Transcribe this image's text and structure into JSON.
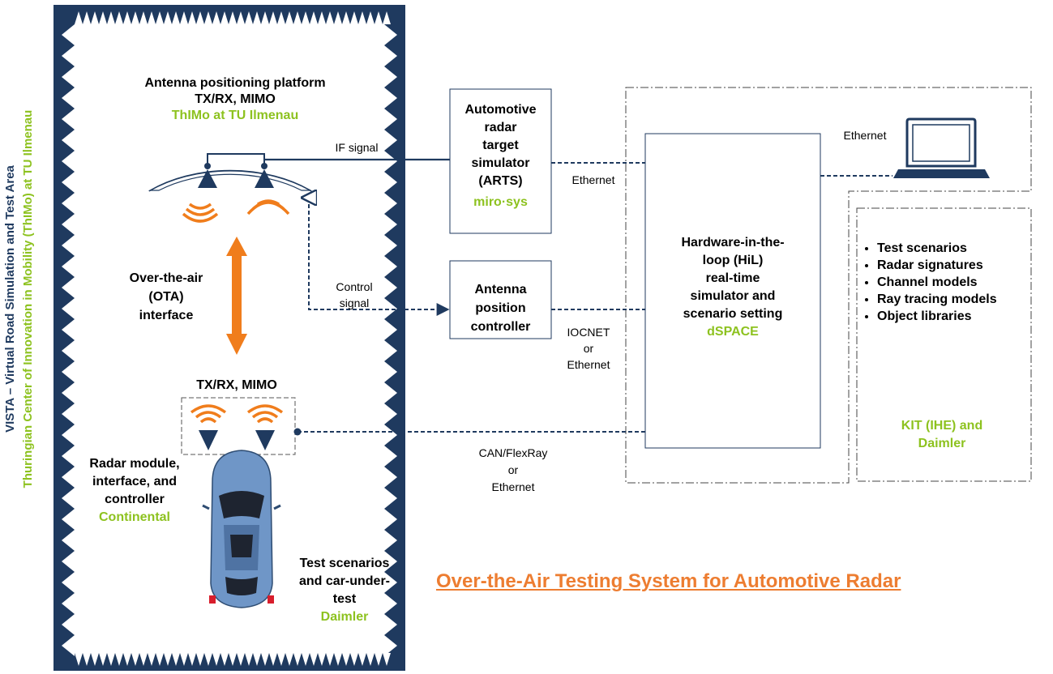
{
  "side_title": {
    "line1": "VISTA – Virtual Road Simulation and Test Area",
    "line2": "Thuringian Center of Innovation in Mobility (ThIMo) at TU Ilmenau"
  },
  "antenna_platform": {
    "line1": "Antenna positioning platform",
    "line2": "TX/RX, MIMO",
    "owner": "ThIMo at TU Ilmenau"
  },
  "ota": {
    "line1": "Over-the-air",
    "line2": "(OTA)",
    "line3": "interface"
  },
  "txrx_bottom": "TX/RX, MIMO",
  "radar_module": {
    "line1": "Radar module,",
    "line2": "interface, and",
    "line3": "controller",
    "owner": "Continental"
  },
  "test_scenarios_car": {
    "line1": "Test scenarios",
    "line2": "and car-under-",
    "line3": "test",
    "owner": "Daimler"
  },
  "arts": {
    "line1": "Automotive",
    "line2": "radar",
    "line3": "target",
    "line4": "simulator",
    "line5": "(ARTS)",
    "owner": "miro·sys"
  },
  "apc": {
    "line1": "Antenna",
    "line2": "position",
    "line3": "controller"
  },
  "hil": {
    "line1": "Hardware-in-the-",
    "line2": "loop (HiL)",
    "line3": "real-time",
    "line4": "simulator and",
    "line5": "scenario setting",
    "owner": "dSPACE"
  },
  "connections": {
    "if_signal": "IF signal",
    "ethernet_arts": "Ethernet",
    "control_l1": "Control",
    "control_l2": "signal",
    "iocnet_l1": "IOCNET",
    "iocnet_l2": "or",
    "iocnet_l3": "Ethernet",
    "can_l1": "CAN/FlexRay",
    "can_l2": "or",
    "can_l3": "Ethernet",
    "ethernet_laptop": "Ethernet"
  },
  "resources": {
    "items": [
      "Test scenarios",
      "Radar signatures",
      "Channel models",
      "Ray tracing models",
      "Object libraries"
    ],
    "owner_l1": "KIT (IHE) and",
    "owner_l2": "Daimler"
  },
  "title": "Over-the-Air Testing System for Automotive Radar",
  "colors": {
    "navy": "#1f3a5f",
    "orange": "#f07d1c",
    "green": "#8dc21f",
    "car": "#6f96c7"
  },
  "icons": [
    "antenna-icon",
    "radio-wave-icon",
    "laptop-icon",
    "car-icon",
    "double-arrow-icon"
  ]
}
